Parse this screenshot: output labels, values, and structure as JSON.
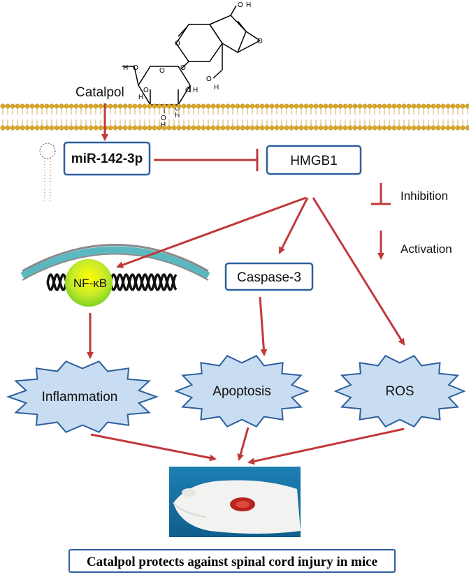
{
  "labels": {
    "catalpol": "Catalpol",
    "mirna": "miR-142-3p",
    "hmgb1": "HMGB1",
    "nfkb": "NF-κB",
    "caspase3": "Caspase-3",
    "inflammation": "Inflammation",
    "apoptosis": "Apoptosis",
    "ros": "ROS"
  },
  "legend": {
    "inhibition": "Inhibition",
    "activation": "Activation"
  },
  "caption": "Catalpol protects against spinal cord injury in mice",
  "colors": {
    "arrow": "#c0393b",
    "box_border": "#2e5f9e",
    "burst_fill": "#c9ddf2",
    "burst_stroke": "#2e5f9e",
    "membrane_head": "#d9a82a",
    "nucleus": "#5cb8c0",
    "nfkb_center": "#ffff00",
    "nfkb_edge": "#7ed321"
  }
}
